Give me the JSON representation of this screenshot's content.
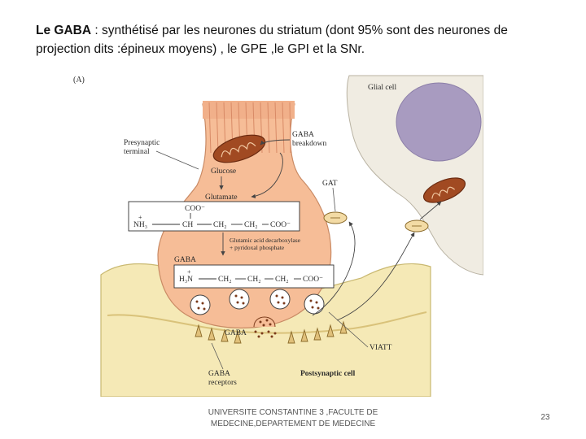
{
  "slide": {
    "title_bold": "Le GABA",
    "title_rest": " : synthétisé  par les neurones du striatum (dont 95% sont des neurones de projection dits :épineux moyens) , le GPE ,le GPI et la SNr."
  },
  "figure": {
    "panel": "(A)",
    "glial_cell": "Glial cell",
    "presynaptic_1": "Presynaptic",
    "presynaptic_2": "terminal",
    "gaba_breakdown_1": "GABA",
    "gaba_breakdown_2": "breakdown",
    "glucose": "Glucose",
    "glutamate": "Glutamate",
    "gat": "GAT",
    "gad_1": "Glutamic acid decarboxylase",
    "gad_2": "+ pyridoxal phosphate",
    "gaba_label": "GABA",
    "gaba_cleft": "GABA",
    "viatt": "VIATT",
    "receptors_1": "GABA",
    "receptors_2": "receptors",
    "postsynaptic": "Postsynaptic cell",
    "glutamate_formula": {
      "coo_top": "COO⁻",
      "nh3": "NH₃",
      "plus": "+",
      "ch": "CH",
      "ch2_a": "CH₂",
      "ch2_b": "CH₂",
      "coo_end": "COO⁻"
    },
    "gaba_formula": {
      "h3n": "H₃N",
      "plus": "+",
      "ch2_a": "CH₂",
      "ch2_b": "CH₂",
      "ch2_c": "CH₂",
      "coo": "COO⁻"
    }
  },
  "footer": {
    "line1": "UNIVERSITE CONSTANTINE 3 ,FACULTE DE",
    "line2": "MEDECINE,DEPARTEMENT DE MEDECINE"
  },
  "page_number": "23"
}
